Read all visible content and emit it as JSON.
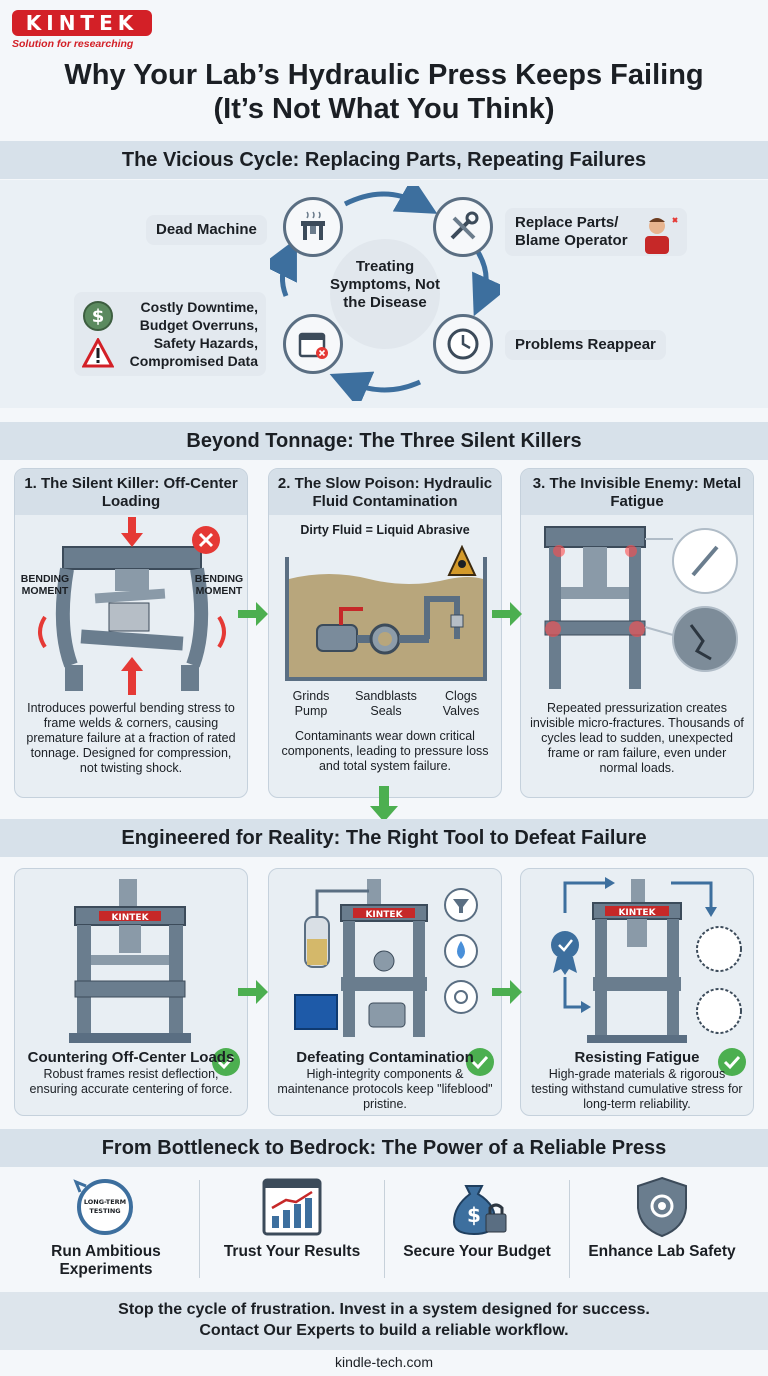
{
  "brand": {
    "name": "KINTEK",
    "tagline": "Solution for researching"
  },
  "title": {
    "line1": "Why Your Lab’s Hydraulic Press Keeps Failing",
    "line2": "(It’s Not What You Think)"
  },
  "cycle": {
    "heading": "The Vicious Cycle: Replacing Parts, Repeating Failures",
    "center": "Treating Symptoms, Not the Disease",
    "dead_machine": "Dead Machine",
    "replace": "Replace Parts/ Blame Operator",
    "reappear": "Problems Reappear",
    "costs": [
      "Costly Downtime,",
      "Budget Overruns,",
      "Safety Hazards,",
      "Compromised Data"
    ]
  },
  "killers": {
    "heading": "Beyond Tonnage: The Three Silent Killers",
    "cards": [
      {
        "title": "1. The Silent Killer: Off-Center Loading",
        "label_left": "BENDING MOMENT",
        "label_right": "BENDING MOMENT",
        "text": "Introduces powerful bending stress to frame welds & corners, causing premature failure at a fraction of rated tonnage. Designed for compression, not twisting shock."
      },
      {
        "title": "2. The Slow Poison: Hydraulic Fluid Contamination",
        "caption": "Dirty Fluid = Liquid Abrasive",
        "labels": [
          "Grinds Pump",
          "Sandblasts Seals",
          "Clogs Valves"
        ],
        "text": "Contaminants wear down critical components, leading to pressure loss and total system failure."
      },
      {
        "title": "3. The Invisible Enemy: Metal Fatigue",
        "text": "Repeated pressurization creates invisible micro-fractures. Thousands of cycles lead to sudden, unexpected frame or ram failure, even under normal loads."
      }
    ]
  },
  "solutions": {
    "heading": "Engineered for Reality: The Right Tool to Defeat Failure",
    "plate": "KINTEK",
    "cards": [
      {
        "title": "Countering Off-Center Loads",
        "text": "Robust frames resist deflection, ensuring accurate centering of force."
      },
      {
        "title": "Defeating Contamination",
        "text": "High-integrity components & maintenance protocols keep \"lifeblood\" pristine."
      },
      {
        "title": "Resisting Fatigue",
        "text": "High-grade materials & rigorous testing withstand cumulative stress for long-term reliability."
      }
    ]
  },
  "benefits": {
    "heading": "From Bottleneck to Bedrock: The Power of a Reliable Press",
    "badge": "LONG-TERM TESTING",
    "items": [
      "Run Ambitious Experiments",
      "Trust Your Results",
      "Secure Your Budget",
      "Enhance Lab Safety"
    ]
  },
  "footer": {
    "line1": "Stop the cycle of frustration. Invest in a system designed for success.",
    "line2": "Contact Our Experts to build a reliable workflow.",
    "website": "kindle-tech.com"
  },
  "colors": {
    "brand_red": "#d32027",
    "band": "#d7e1ea",
    "arrow_blue": "#3d6f9e",
    "green": "#4caf50",
    "alert_red": "#e53935"
  }
}
